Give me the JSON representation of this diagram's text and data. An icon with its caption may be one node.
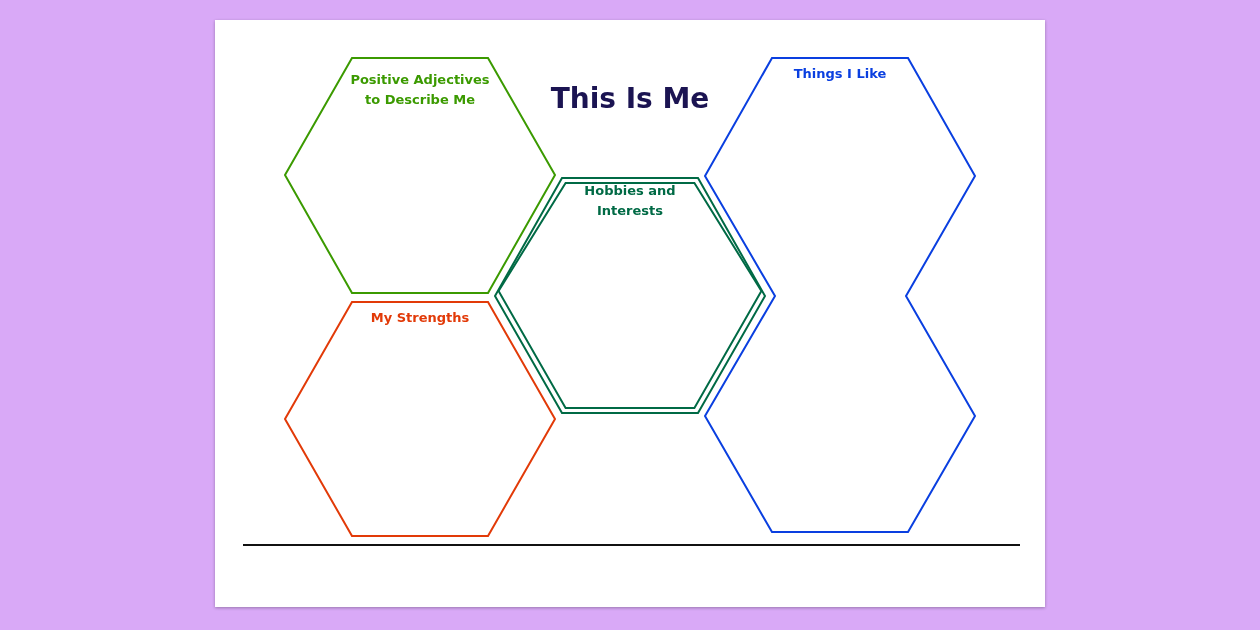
{
  "diagram": {
    "title": "This Is Me",
    "nodes": [
      {
        "text": [
          "Positive Adjectives to Describe Me"
        ]
      },
      {
        "text": [
          "My Strengths"
        ]
      },
      {
        "text": [
          "Hobbies and Interests"
        ]
      },
      {
        "text": [
          "Things I Like"
        ]
      }
    ],
    "edges": []
  }
}
